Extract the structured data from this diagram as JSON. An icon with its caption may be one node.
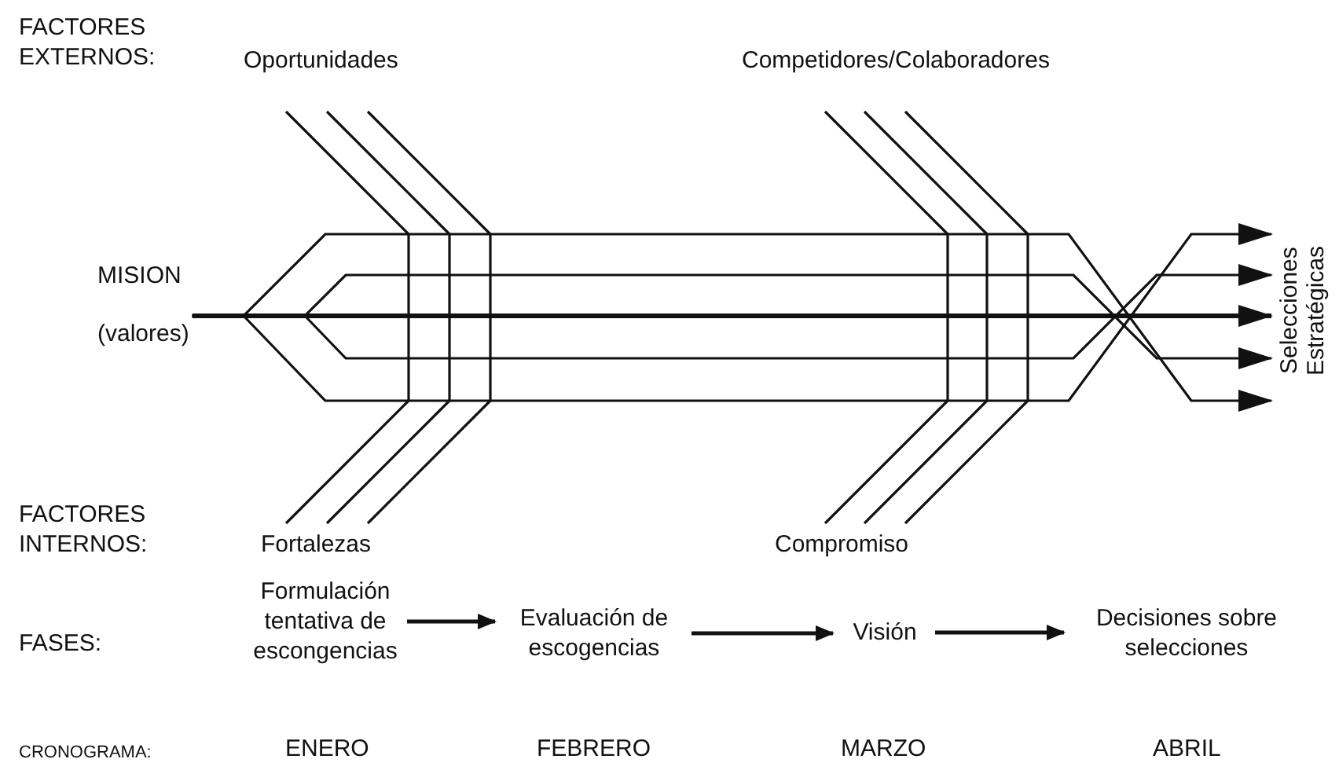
{
  "diagram": {
    "nodes": [
      {
        "text": [
          "MISION",
          "(valores)"
        ]
      },
      {
        "text": [
          "Selecciones Estratégicas"
        ]
      },
      {
        "text": [
          "Formulación tentativa de escongencias"
        ]
      },
      {
        "text": [
          "Evaluación de escogencias"
        ]
      },
      {
        "text": [
          "Visión"
        ]
      },
      {
        "text": [
          "Decisiones sobre selecciones"
        ]
      }
    ],
    "edges": [
      {
        "from": 0,
        "to": 1,
        "arrow": "to"
      },
      {
        "from": 0,
        "to": 1,
        "arrow": "to"
      },
      {
        "from": 0,
        "to": 1,
        "arrow": "to"
      },
      {
        "from": 0,
        "to": 1,
        "arrow": "to"
      },
      {
        "from": 0,
        "to": 1,
        "arrow": "to"
      },
      {
        "from": 2,
        "to": 3,
        "arrow": "to"
      },
      {
        "from": 3,
        "to": 4,
        "arrow": "to"
      },
      {
        "from": 4,
        "to": 5,
        "arrow": "to"
      }
    ],
    "labels": [
      "FACTORES EXTERNOS:",
      "Oportunidades",
      "Competidores/Colaboradores",
      "FACTORES INTERNOS:",
      "Fortalezas",
      "Compromiso",
      "FASES:",
      "CRONOGRAMA:",
      "ENERO",
      "FEBRERO",
      "MARZO",
      "ABRIL"
    ]
  }
}
